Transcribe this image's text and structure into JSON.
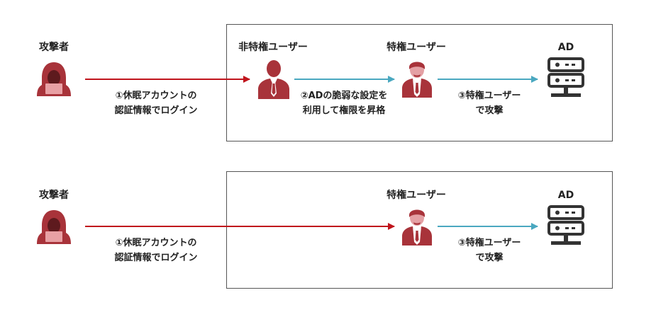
{
  "colors": {
    "red": "#c0141c",
    "teal": "#4aa8c0",
    "icon_red": "#a8333a",
    "dark": "#333333"
  },
  "top": {
    "attacker_label": "攻撃者",
    "nonpriv_label": "非特権ユーザー",
    "priv_label": "特権ユーザー",
    "ad_label": "AD",
    "step1_line1": "①休眠アカウントの",
    "step1_line2": "認証情報でログイン",
    "step2_line1": "②ADの脆弱な設定を",
    "step2_line2": "利用して権限を昇格",
    "step3_line1": "③特権ユーザー",
    "step3_line2": "で攻撃"
  },
  "bottom": {
    "attacker_label": "攻撃者",
    "priv_label": "特権ユーザー",
    "ad_label": "AD",
    "step1_line1": "①休眠アカウントの",
    "step1_line2": "認証情報でログイン",
    "step3_line1": "③特権ユーザー",
    "step3_line2": "で攻撃"
  }
}
